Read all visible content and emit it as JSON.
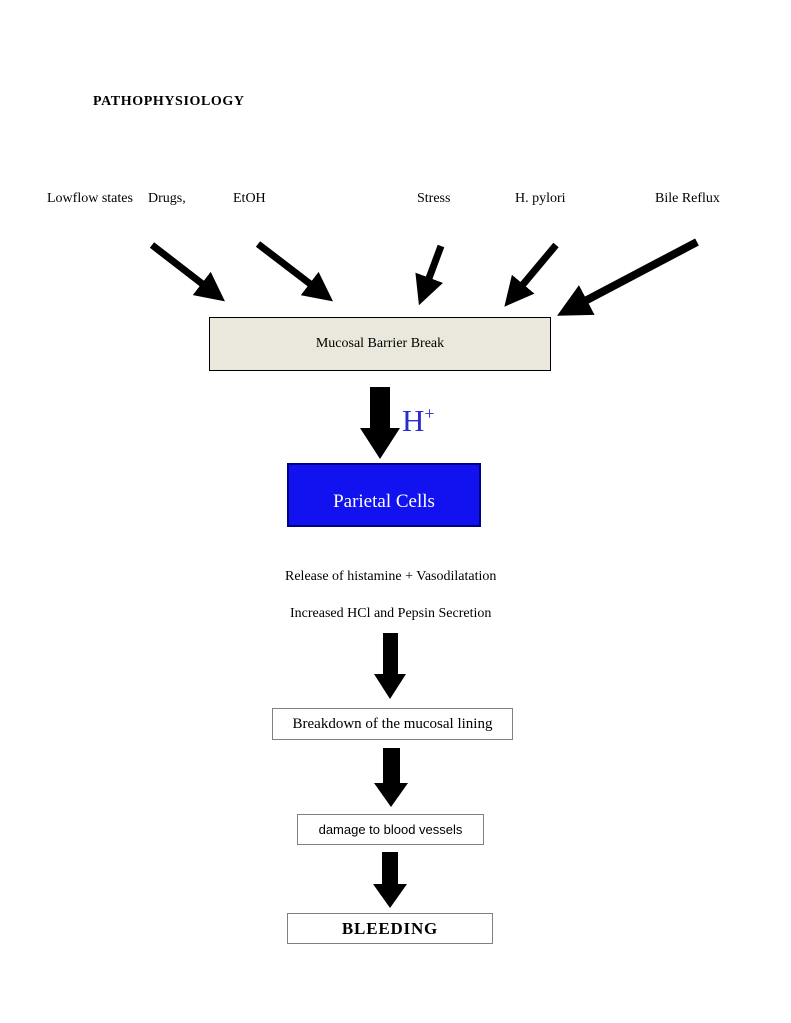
{
  "page": {
    "title": "PATHOPHYSIOLOGY"
  },
  "causes": [
    {
      "label": "Lowflow states"
    },
    {
      "label": "Drugs,"
    },
    {
      "label": "EtOH"
    },
    {
      "label": "Stress"
    },
    {
      "label": "H. pylori"
    },
    {
      "label": "Bile Reflux"
    }
  ],
  "nodes": {
    "mucosal_barrier": {
      "label": "Mucosal Barrier Break",
      "bg_color": "#eae8dc",
      "border_color": "#000000"
    },
    "h_plus": {
      "base": "H",
      "superscript": "+",
      "text_color": "#2b2bd0"
    },
    "parietal_cells": {
      "label": "Parietal Cells",
      "bg_color": "#1212f0",
      "border_color": "#000080",
      "text_color": "#ffffff"
    },
    "release": {
      "label": "Release of histamine + Vasodilatation"
    },
    "increased": {
      "label": "Increased HCl and Pepsin Secretion"
    },
    "breakdown": {
      "label": "Breakdown of the mucosal lining",
      "border_color": "#808080"
    },
    "damage": {
      "label": "damage to blood vessels",
      "border_color": "#808080"
    },
    "bleeding": {
      "label": "BLEEDING",
      "border_color": "#808080"
    }
  },
  "arrows": {
    "color": "#000000",
    "diagonal_count": 5,
    "block_count": 4
  }
}
